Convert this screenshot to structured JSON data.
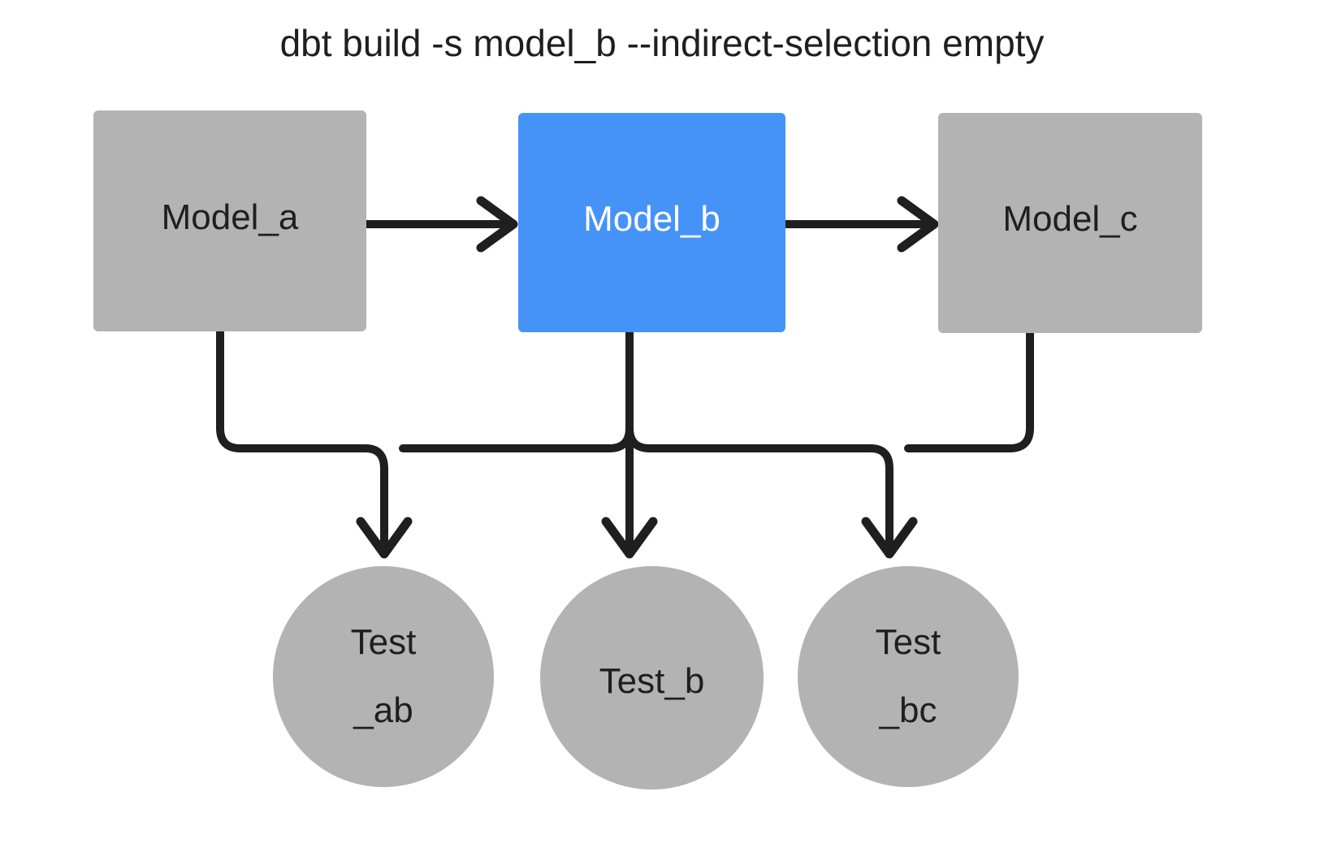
{
  "diagram": {
    "title": "dbt build -s model_b --indirect-selection empty",
    "colors": {
      "selected": "#4593f7",
      "unselected": "#b3b3b3",
      "edge": "#1f1f1f",
      "text_dark": "#1f1f1f",
      "text_light": "#ffffff",
      "background": "#ffffff"
    },
    "models": [
      {
        "id": "model_a",
        "label": "Model_a",
        "shape": "rectangle",
        "state": "unselected",
        "fill": "#b3b3b3",
        "text_color": "#1f1f1f"
      },
      {
        "id": "model_b",
        "label": "Model_b",
        "shape": "rectangle",
        "state": "selected",
        "fill": "#4593f7",
        "text_color": "#ffffff"
      },
      {
        "id": "model_c",
        "label": "Model_c",
        "shape": "rectangle",
        "state": "unselected",
        "fill": "#b3b3b3",
        "text_color": "#1f1f1f"
      }
    ],
    "tests": [
      {
        "id": "test_ab",
        "label": "Test\n_ab",
        "shape": "circle",
        "state": "unselected",
        "fill": "#b3b3b3",
        "text_color": "#1f1f1f"
      },
      {
        "id": "test_b",
        "label": "Test_b",
        "shape": "circle",
        "state": "unselected",
        "fill": "#b3b3b3",
        "text_color": "#1f1f1f"
      },
      {
        "id": "test_bc",
        "label": "Test\n_bc",
        "shape": "circle",
        "state": "unselected",
        "fill": "#b3b3b3",
        "text_color": "#1f1f1f"
      }
    ],
    "edges": [
      {
        "from": "model_a",
        "to": "model_b",
        "style": "straight-arrow",
        "direction": "right"
      },
      {
        "from": "model_b",
        "to": "model_c",
        "style": "straight-arrow",
        "direction": "right"
      },
      {
        "from": "model_a",
        "to": "test_ab",
        "style": "elbow-arrow",
        "direction": "down"
      },
      {
        "from": "model_b",
        "to": "test_ab",
        "style": "elbow-arrow",
        "direction": "down"
      },
      {
        "from": "model_b",
        "to": "test_b",
        "style": "straight-arrow",
        "direction": "down"
      },
      {
        "from": "model_b",
        "to": "test_bc",
        "style": "elbow-arrow",
        "direction": "down"
      },
      {
        "from": "model_c",
        "to": "test_bc",
        "style": "elbow-arrow",
        "direction": "down"
      }
    ]
  }
}
